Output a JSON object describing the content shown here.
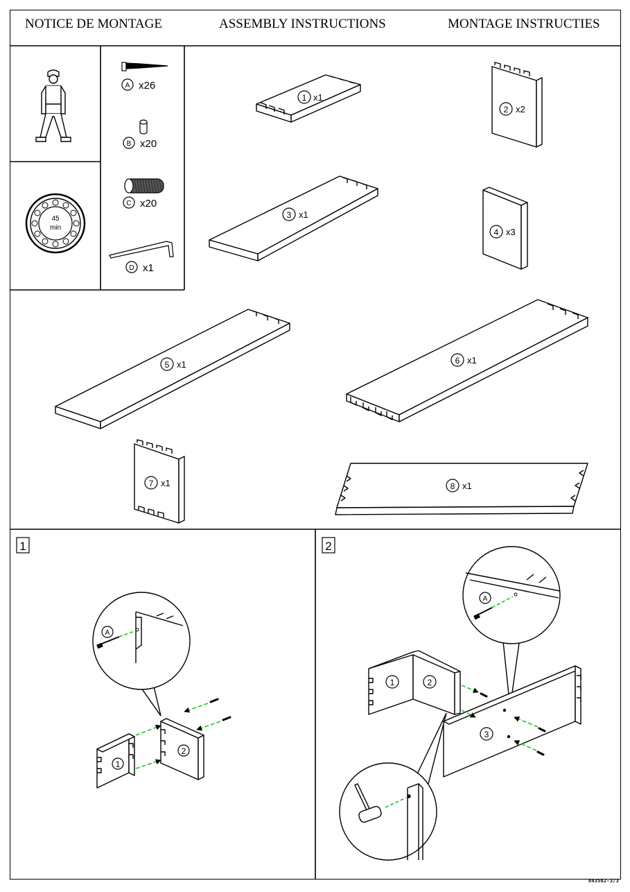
{
  "header": {
    "left": "NOTICE DE MONTAGE",
    "center": "ASSEMBLY INSTRUCTIONS",
    "right": "MONTAGE INSTRUCTIES"
  },
  "info": {
    "time_value": "45",
    "time_unit": "min"
  },
  "hardware": [
    {
      "letter": "A",
      "qty": "x26"
    },
    {
      "letter": "B",
      "qty": "x20"
    },
    {
      "letter": "C",
      "qty": "x20"
    },
    {
      "letter": "D",
      "qty": "x1"
    }
  ],
  "parts": [
    {
      "num": "1",
      "qty": "x1"
    },
    {
      "num": "2",
      "qty": "x2"
    },
    {
      "num": "3",
      "qty": "x1"
    },
    {
      "num": "4",
      "qty": "x3"
    },
    {
      "num": "5",
      "qty": "x1"
    },
    {
      "num": "6",
      "qty": "x1"
    },
    {
      "num": "7",
      "qty": "x1"
    },
    {
      "num": "8",
      "qty": "x1"
    }
  ],
  "steps": [
    {
      "number": "1",
      "callout": "A",
      "parts": [
        "1",
        "2"
      ]
    },
    {
      "number": "2",
      "callout": "A",
      "parts": [
        "1",
        "2",
        "3"
      ]
    }
  ],
  "doc_code": "843582-3/3"
}
